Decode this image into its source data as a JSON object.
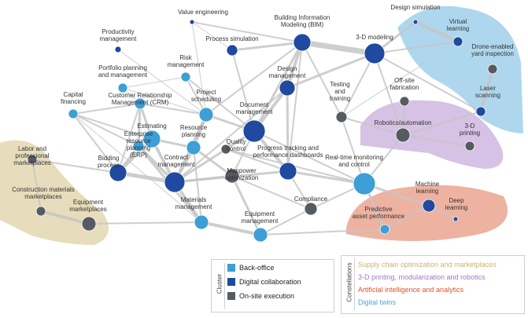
{
  "colors": {
    "back_office": "#3d9fd6",
    "digital_collaboration": "#1f4aa0",
    "on_site_execution": "#555b61",
    "supply_chain": "#c9b46a",
    "printing": "#a178c4",
    "ai": "#d9552f",
    "digital_twins": "#4ba6d8",
    "edge": "#c6c6c6"
  },
  "nodes": [
    {
      "id": "value_engineering",
      "label": "Value engineering",
      "cluster": "digital_collaboration"
    },
    {
      "id": "productivity_management",
      "label": "Productivity\nmanagement",
      "cluster": "digital_collaboration"
    },
    {
      "id": "process_simulation",
      "label": "Process simulation",
      "cluster": "digital_collaboration"
    },
    {
      "id": "bim",
      "label": "Building Information\nModeling (BIM)",
      "cluster": "digital_collaboration"
    },
    {
      "id": "3d_modeling",
      "label": "3-D modeling",
      "cluster": "digital_collaboration"
    },
    {
      "id": "design_simulation",
      "label": "Design simulation",
      "cluster": "digital_collaboration"
    },
    {
      "id": "virtual_learning",
      "label": "Virtual\nlearning",
      "cluster": "digital_collaboration"
    },
    {
      "id": "drone_yard",
      "label": "Drone-enabled\nyard inspection",
      "cluster": "on_site_execution"
    },
    {
      "id": "laser_scanning",
      "label": "Laser\nscanning",
      "cluster": "digital_collaboration"
    },
    {
      "id": "risk_management",
      "label": "Risk\nmanagement",
      "cluster": "back_office"
    },
    {
      "id": "portfolio",
      "label": "Portfolio planning\nand management",
      "cluster": "back_office"
    },
    {
      "id": "capital_financing",
      "label": "Capital\nfinancing",
      "cluster": "back_office"
    },
    {
      "id": "crm",
      "label": "Customer Relationship\nManagement (CRM)",
      "cluster": "back_office"
    },
    {
      "id": "project_scheduling",
      "label": "Project\nscheduling",
      "cluster": "back_office"
    },
    {
      "id": "design_management",
      "label": "Design\nmanagement",
      "cluster": "digital_collaboration"
    },
    {
      "id": "testing_training",
      "label": "Testing\nand\ntraining",
      "cluster": "on_site_execution"
    },
    {
      "id": "offsite_fab",
      "label": "Off-site\nfabrication",
      "cluster": "on_site_execution"
    },
    {
      "id": "document_management",
      "label": "Document\nmanagement",
      "cluster": "digital_collaboration"
    },
    {
      "id": "estimating",
      "label": "Estimating",
      "cluster": "back_office"
    },
    {
      "id": "erp",
      "label": "Enterprise\nresource\nplanning\n(ERP)",
      "cluster": "back_office"
    },
    {
      "id": "resource_planning",
      "label": "Resource\nplanning",
      "cluster": "back_office"
    },
    {
      "id": "quality_control",
      "label": "Quality\ncontrol",
      "cluster": "on_site_execution"
    },
    {
      "id": "robotics",
      "label": "Robotics/automation",
      "cluster": "on_site_execution"
    },
    {
      "id": "3d_printing",
      "label": "3-D\nprinting",
      "cluster": "on_site_execution"
    },
    {
      "id": "labor_marketplaces",
      "label": "Labor and\nprofessional\nmarketplaces",
      "cluster": "on_site_execution"
    },
    {
      "id": "bidding_process",
      "label": "Bidding\nprocess",
      "cluster": "digital_collaboration"
    },
    {
      "id": "contract_management",
      "label": "Contract\nmanagement",
      "cluster": "digital_collaboration"
    },
    {
      "id": "progress_tracking",
      "label": "Progress tracking and\nperformance dashboards",
      "cluster": "digital_collaboration"
    },
    {
      "id": "manpower_optimization",
      "label": "Manpower\noptimization",
      "cluster": "on_site_execution"
    },
    {
      "id": "realtime_monitoring",
      "label": "Real-time monitoring\nand control",
      "cluster": "back_office"
    },
    {
      "id": "construction_materials_mkt",
      "label": "Construction materials\nmarketplaces",
      "cluster": "on_site_execution"
    },
    {
      "id": "equipment_marketplaces",
      "label": "Equipment\nmarketplaces",
      "cluster": "on_site_execution"
    },
    {
      "id": "materials_management",
      "label": "Materials\nmanagement",
      "cluster": "back_office"
    },
    {
      "id": "compliance",
      "label": "Compliance",
      "cluster": "on_site_execution"
    },
    {
      "id": "machine_learning",
      "label": "Machine\nlearning",
      "cluster": "digital_collaboration"
    },
    {
      "id": "deep_learning",
      "label": "Deep\nlearning",
      "cluster": "digital_collaboration"
    },
    {
      "id": "predictive_asset",
      "label": "Predictive\nasset performance",
      "cluster": "back_office"
    },
    {
      "id": "equipment_management",
      "label": "Equipment\nmanagement",
      "cluster": "back_office"
    }
  ],
  "legend": {
    "title": "Cluster",
    "items": [
      {
        "label": "Back-office",
        "color_key": "back_office"
      },
      {
        "label": "Digital collaboration",
        "color_key": "digital_collaboration"
      },
      {
        "label": "On-site execution",
        "color_key": "on_site_execution"
      }
    ]
  },
  "constellations": {
    "title": "Constellations",
    "items": [
      {
        "label": "Supply chain optimization and marketplaces",
        "color_key": "supply_chain"
      },
      {
        "label": "3-D printing, modularization and robotics",
        "color_key": "printing"
      },
      {
        "label": "Artificial intelligence and analytics",
        "color_key": "ai"
      },
      {
        "label": "Digital twins",
        "color_key": "digital_twins"
      }
    ]
  }
}
